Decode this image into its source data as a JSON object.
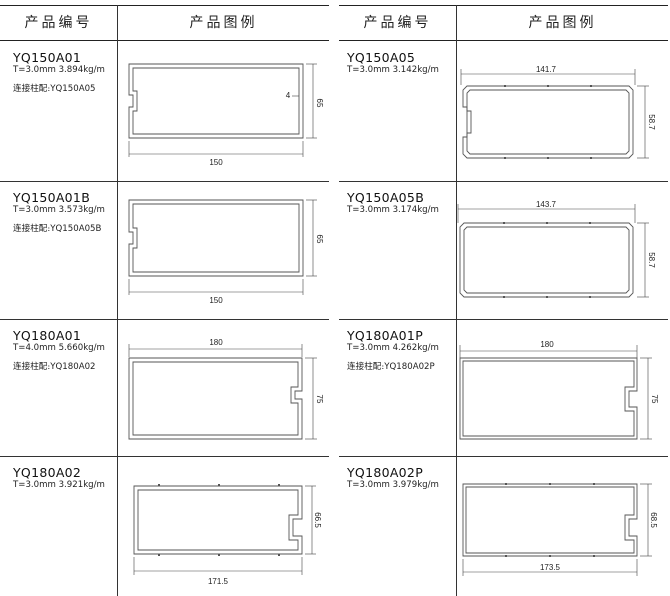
{
  "header": {
    "col_code": "产品编号",
    "col_image": "产品图例"
  },
  "connector_prefix": "连接柱配:",
  "left": [
    {
      "code": "YQ150A01",
      "spec": "T=3.0mm  3.894kg/m",
      "connector": "YQ150A05",
      "dims": {
        "width": "150",
        "height": "65",
        "wall": "4"
      }
    },
    {
      "code": "YQ150A01B",
      "spec": "T=3.0mm  3.573kg/m",
      "connector": "YQ150A05B",
      "dims": {
        "width": "150",
        "height": "65"
      }
    },
    {
      "code": "YQ180A01",
      "spec": "T=4.0mm  5.660kg/m",
      "connector": "YQ180A02",
      "dims": {
        "width": "180",
        "height": "75"
      }
    },
    {
      "code": "YQ180A02",
      "spec": "T=3.0mm  3.921kg/m",
      "dims": {
        "width": "171.5",
        "height": "66.5"
      }
    }
  ],
  "right": [
    {
      "code": "YQ150A05",
      "spec": "T=3.0mm  3.142kg/m",
      "dims": {
        "width": "141.7",
        "height": "58.7"
      }
    },
    {
      "code": "YQ150A05B",
      "spec": "T=3.0mm  3.174kg/m",
      "dims": {
        "width": "143.7",
        "height": "58.7"
      }
    },
    {
      "code": "YQ180A01P",
      "spec": "T=3.0mm  4.262kg/m",
      "connector": "YQ180A02P",
      "dims": {
        "width": "180",
        "height": "75"
      }
    },
    {
      "code": "YQ180A02P",
      "spec": "T=3.0mm  3.979kg/m",
      "dims": {
        "width": "173.5",
        "height": "68.5"
      }
    }
  ]
}
